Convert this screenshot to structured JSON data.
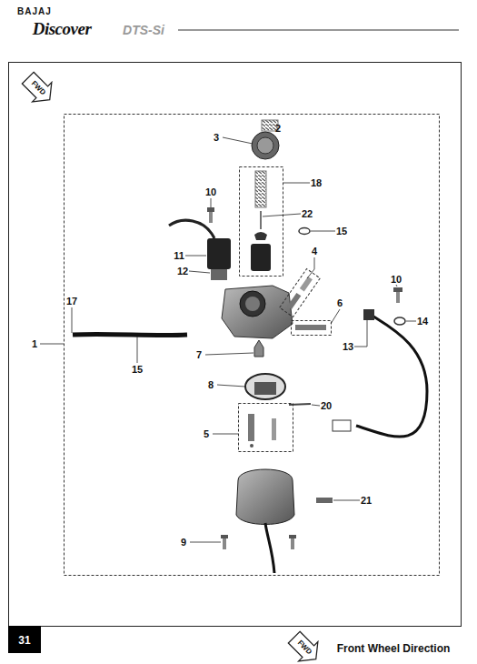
{
  "diagram": {
    "labels": [
      "BAJAJ",
      "Discover",
      "DTS-Si",
      "FWD",
      "2",
      "3",
      "18",
      "10",
      "22",
      "15",
      "11",
      "12",
      "4",
      "10",
      "17",
      "6",
      "14",
      "1",
      "15",
      "13",
      "7",
      "8",
      "20",
      "5",
      "21",
      "9",
      "31",
      "FWD",
      "Front Wheel Direction"
    ]
  }
}
